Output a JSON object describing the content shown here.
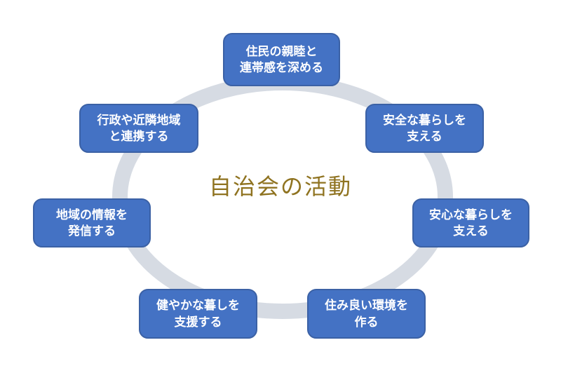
{
  "diagram": {
    "title": "自治会の活動",
    "title_color": "#8F7320",
    "ring_color": "#D6DBE3",
    "node_fill": "#4472C4",
    "node_border": "#3B61A5",
    "node_text_color": "#FFFFFF"
  },
  "nodes": [
    {
      "position": "top",
      "line1": "住民の親睦と",
      "line2": "連帯感を深める"
    },
    {
      "position": "top-right",
      "line1": "安全な暮らしを",
      "line2": "支える"
    },
    {
      "position": "right",
      "line1": "安心な暮らしを",
      "line2": "支える"
    },
    {
      "position": "bottom-right",
      "line1": "住み良い環境を",
      "line2": "作る"
    },
    {
      "position": "bottom-left",
      "line1": "健やかな暮しを",
      "line2": "支援する"
    },
    {
      "position": "left",
      "line1": "地域の情報を",
      "line2": "発信する"
    },
    {
      "position": "top-left",
      "line1": "行政や近隣地域",
      "line2": "と連携する"
    }
  ]
}
